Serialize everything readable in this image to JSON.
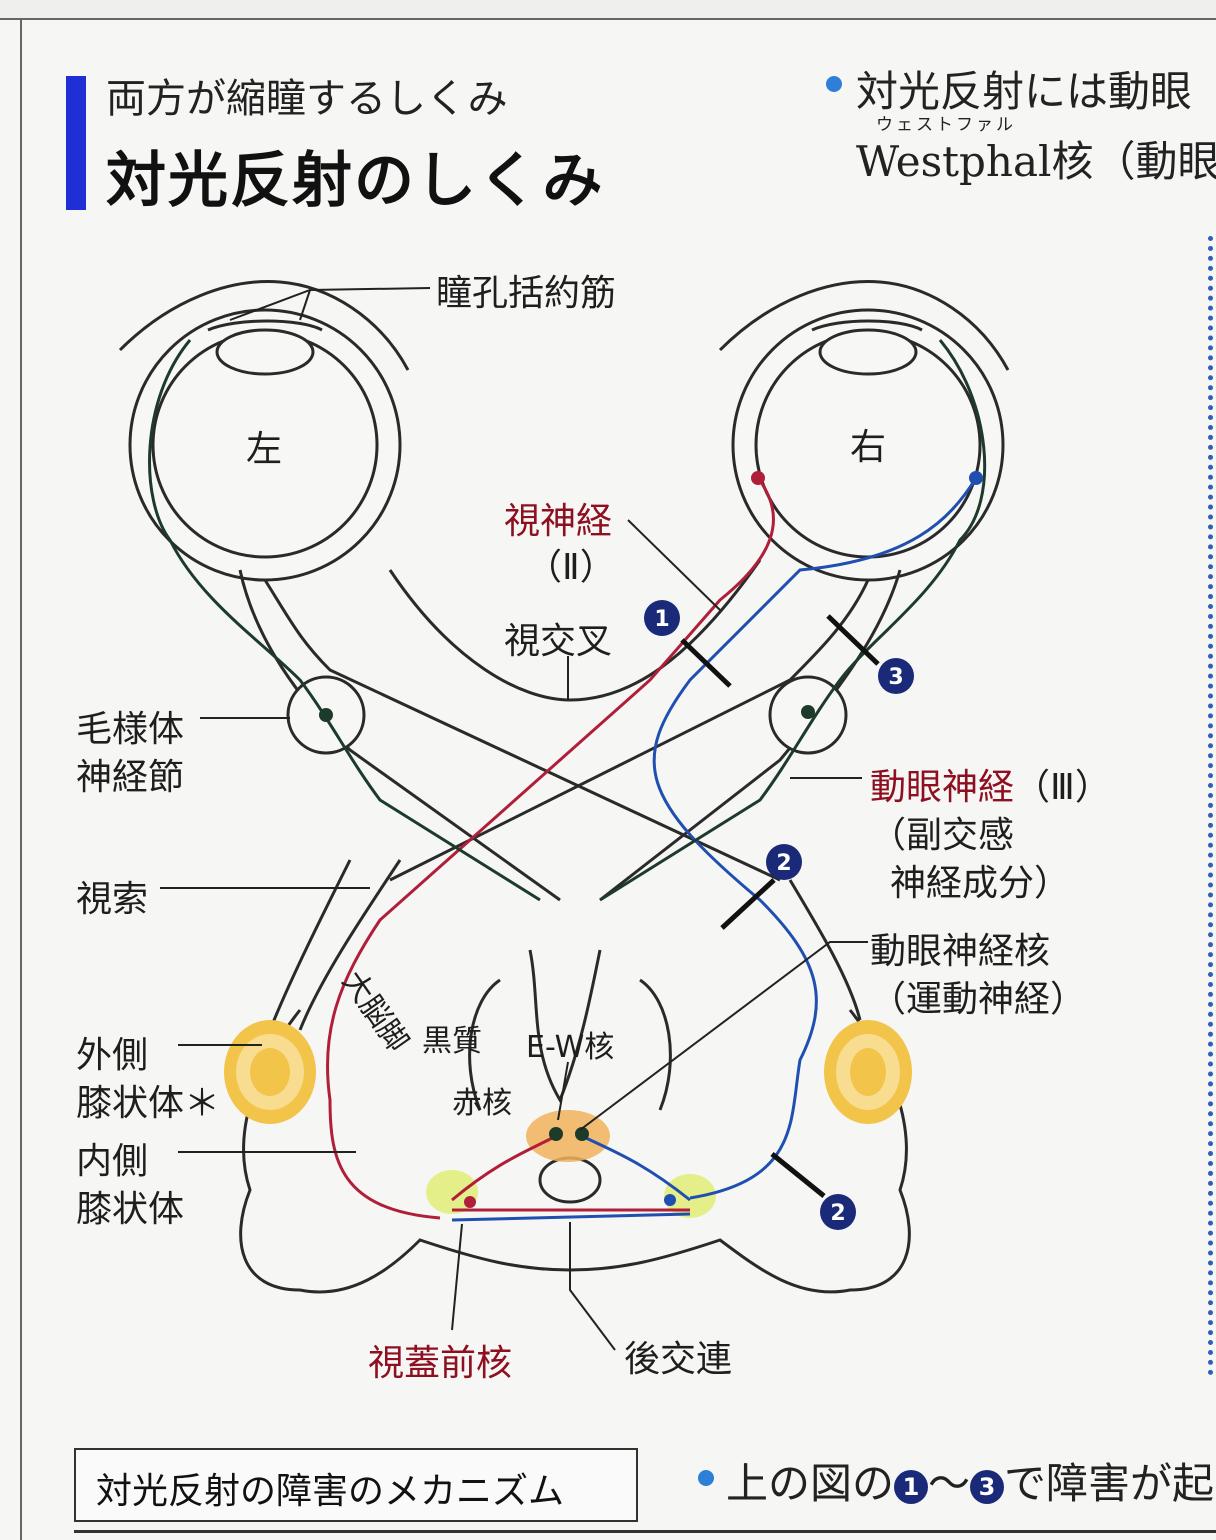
{
  "header": {
    "subtitle": "両方が縮瞳するしくみ",
    "title": "対光反射のしくみ",
    "note_line1": "対光反射には動眼",
    "ruby": "ウェストファル",
    "note_line2": "Westphal核（動眼"
  },
  "diagram": {
    "labels": {
      "sphincter": "瞳孔括約筋",
      "left_eye": "左",
      "right_eye": "右",
      "optic_nerve": "視神経",
      "optic_nerve_num": "（Ⅱ）",
      "chiasm": "視交叉",
      "ciliary_1": "毛様体",
      "ciliary_2": "神経節",
      "oculomotor": "動眼神経",
      "oculomotor_num": "（Ⅲ）",
      "parasym_1": "（副交感",
      "parasym_2": "神経成分）",
      "optic_tract": "視索",
      "oculomotor_nucleus_1": "動眼神経核",
      "oculomotor_nucleus_2": "（運動神経）",
      "cerebral_peduncle": "大脳脚",
      "substantia_nigra": "黒質",
      "ew_nucleus": "E-W核",
      "red_nucleus": "赤核",
      "lgb_1": "外側",
      "lgb_2": "膝状体＊",
      "mgb_1": "内側",
      "mgb_2": "膝状体",
      "pretectal": "視蓋前核",
      "posterior_commissure": "後交連"
    },
    "markers": [
      "1",
      "2",
      "2",
      "3"
    ],
    "colors": {
      "afferent_red": "#b01f3a",
      "afferent_blue": "#1f4fb0",
      "efferent": "#1d3b2a",
      "marker_fill": "#1a2a78",
      "nucleus_yellow": "#f3c44a",
      "pretectal_green": "#e4ef8a"
    }
  },
  "footer": {
    "box_label": "対光反射の障害のメカニズム",
    "note_prefix": "上の図の",
    "note_num1": "1",
    "note_tilde": "～",
    "note_num2": "3",
    "note_suffix": "で障害が起"
  }
}
